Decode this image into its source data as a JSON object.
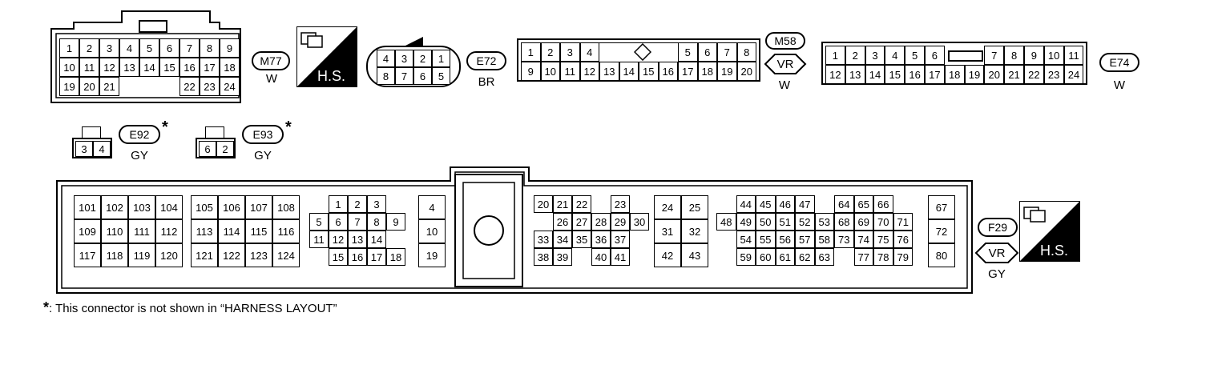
{
  "m77": {
    "id": "M77",
    "color": "W",
    "rows": [
      [
        "1",
        "2",
        "3",
        "4",
        "5",
        "6",
        "7",
        "8",
        "9"
      ],
      [
        "10",
        "11",
        "12",
        "13",
        "14",
        "15",
        "16",
        "17",
        "18"
      ],
      [
        "19",
        "20",
        "21",
        "",
        "",
        "",
        "22",
        "23",
        "24"
      ]
    ]
  },
  "hs_badge": "H.S.",
  "e72": {
    "id": "E72",
    "color": "BR",
    "rows": [
      [
        "4",
        "3",
        "2",
        "1"
      ],
      [
        "8",
        "7",
        "6",
        "5"
      ]
    ]
  },
  "m58": {
    "id": "M58",
    "color": "W",
    "shape": "VR",
    "rows": [
      [
        "1",
        "2",
        "3",
        "4",
        "",
        "",
        "",
        "",
        "5",
        "6",
        "7",
        "8"
      ],
      [
        "9",
        "10",
        "11",
        "12",
        "13",
        "14",
        "15",
        "16",
        "17",
        "18",
        "19",
        "20"
      ]
    ]
  },
  "e74": {
    "id": "E74",
    "color": "W",
    "rows": [
      [
        "1",
        "2",
        "3",
        "4",
        "5",
        "6",
        "",
        "",
        "7",
        "8",
        "9",
        "10",
        "11"
      ],
      [
        "12",
        "13",
        "14",
        "15",
        "16",
        "17",
        "18",
        "19",
        "20",
        "21",
        "22",
        "23",
        "24"
      ]
    ]
  },
  "e92": {
    "id": "E92",
    "color": "GY",
    "star": "*",
    "pins": [
      "3",
      "4"
    ]
  },
  "e93": {
    "id": "E93",
    "color": "GY",
    "star": "*",
    "pins": [
      "6",
      "2"
    ]
  },
  "f29": {
    "id": "F29",
    "color": "GY",
    "shape": "VR"
  },
  "ecm": {
    "block1": [
      [
        "101",
        "102",
        "103",
        "104"
      ],
      [
        "109",
        "110",
        "111",
        "112"
      ],
      [
        "117",
        "118",
        "119",
        "120"
      ]
    ],
    "block2": [
      [
        "105",
        "106",
        "107",
        "108"
      ],
      [
        "113",
        "114",
        "115",
        "116"
      ],
      [
        "121",
        "122",
        "123",
        "124"
      ]
    ],
    "block3": [
      [
        "",
        "1",
        "2",
        "3",
        ""
      ],
      [
        "5",
        "6",
        "7",
        "8",
        "9"
      ],
      [
        "11",
        "12",
        "13",
        "14",
        ""
      ],
      [
        "",
        "15",
        "16",
        "17",
        "18"
      ]
    ],
    "block4": [
      [
        "4"
      ],
      [
        "10"
      ],
      [
        "19"
      ]
    ],
    "block5": [
      [
        "20",
        "21",
        "22",
        "",
        "23"
      ],
      [
        "",
        "26",
        "27",
        "28",
        "29",
        "30"
      ],
      [
        "33",
        "34",
        "35",
        "36",
        "37"
      ],
      [
        "38",
        "39",
        "",
        "40",
        "41"
      ]
    ],
    "block6": [
      [
        "24",
        "25"
      ],
      [
        "31",
        "32"
      ],
      [
        "42",
        "43"
      ]
    ],
    "block7": [
      [
        "",
        "44",
        "45",
        "46",
        "47",
        "",
        "64",
        "65",
        "66",
        ""
      ],
      [
        "48",
        "49",
        "50",
        "51",
        "52",
        "53",
        "68",
        "69",
        "70",
        "71"
      ],
      [
        "",
        "54",
        "55",
        "56",
        "57",
        "58",
        "73",
        "74",
        "75",
        "76"
      ],
      [
        "",
        "59",
        "60",
        "61",
        "62",
        "63",
        "",
        "77",
        "78",
        "79"
      ]
    ],
    "block8": [
      [
        "67"
      ],
      [
        "72"
      ],
      [
        "80"
      ]
    ]
  },
  "footnote": {
    "star": "*",
    "text": ": This connector is not shown in “HARNESS LAYOUT”"
  }
}
